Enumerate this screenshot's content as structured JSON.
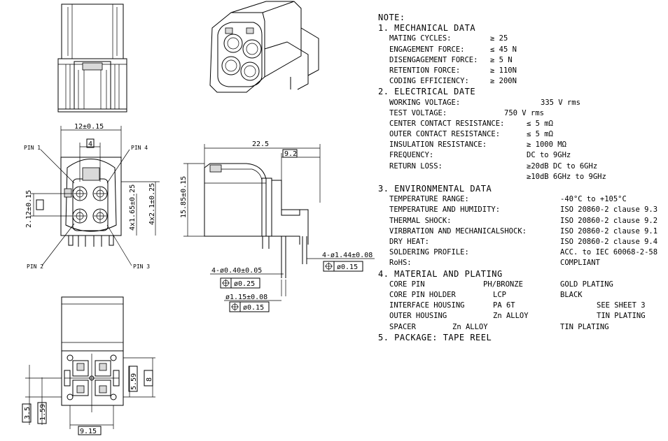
{
  "dims": {
    "width_top": "12±0.15",
    "pitch_4": "4",
    "height_2_12": "2.12±0.15",
    "pin_4x165": "4x1.65±0.25",
    "pin_4x21": "4x2.1±0.25",
    "length_225": "22.5",
    "length_92": "9.2",
    "height_1585": "15.85±0.15",
    "hole_4x144": "4-ø1.44±0.08",
    "tol_015a": "ø0.15",
    "hole_4x040": "4-ø0.40±0.05",
    "tol_025": "ø0.25",
    "hole_115": "ø1.15±0.08",
    "tol_015b": "ø0.15",
    "dim_559": "5.59",
    "dim_8": "8",
    "dim_35": "3.5",
    "dim_159": "1.59",
    "dim_915": "9.15"
  },
  "pins": {
    "pin1": "PIN 1",
    "pin2": "PIN 2",
    "pin3": "PIN 3",
    "pin4": "PIN 4"
  },
  "notes": {
    "title": "NOTE:",
    "s1": {
      "title": "1. MECHANICAL DATA",
      "rows": [
        {
          "k": "MATING CYCLES:",
          "v": "≥ 25"
        },
        {
          "k": "ENGAGEMENT FORCE:",
          "v": "≤ 45 N"
        },
        {
          "k": "DISENGAGEMENT FORCE:",
          "v": "≥  5 N"
        },
        {
          "k": "RETENTION FORCE:",
          "v": "≥ 110N"
        },
        {
          "k": "CODING EFFICIENCY:",
          "v": "≥ 200N"
        }
      ]
    },
    "s2": {
      "title": "2. ELECTRICAL DATE",
      "rows": [
        {
          "k": "WORKING VOLTAGE:",
          "v": "335 V rms"
        },
        {
          "k": "TEST VOLTAGE:",
          "v": "750 V rms"
        },
        {
          "k": "CENTER CONTACT  RESISTANCE:",
          "v": "≤ 5 mΩ"
        },
        {
          "k": "OUTER CONTACT  RESISTANCE:",
          "v": "≤ 5 mΩ"
        },
        {
          "k": "INSULATION RESISTANCE:",
          "v": "≥ 1000 MΩ"
        },
        {
          "k": "FREQUENCY:",
          "v": "DC to 9GHz"
        },
        {
          "k": "RETURN LOSS:",
          "v": "≥20dB DC to 6GHz"
        },
        {
          "k": "",
          "v": "≥10dB 6GHz to 9GHz"
        }
      ]
    },
    "s3": {
      "title": "3. ENVIRONMENTAL DATA",
      "rows": [
        {
          "k": "TEMPERATURE RANGE:",
          "v": "-40°C to +105°C"
        },
        {
          "k": "TEMPERATURE AND HUMIDITY:",
          "v": "ISO 20860-2 clause 9.3"
        },
        {
          "k": "THERMAL SHOCK:",
          "v": "ISO 20860-2 clause 9.2"
        },
        {
          "k": "VIRBRATION AND MECHANICALSHOCK:",
          "v": "ISO 20860-2 clause 9.1"
        },
        {
          "k": "DRY HEAT:",
          "v": "ISO 20860-2 clause 9.4"
        },
        {
          "k": "SOLDERING PROFILE:",
          "v": "ACC. to IEC 60068-2-58"
        },
        {
          "k": "RoHS:",
          "v": "COMPLIANT"
        }
      ]
    },
    "s4": {
      "title": "4. MATERIAL AND PLATING",
      "rows": [
        {
          "a": "CORE PIN",
          "b": "PH/BRONZE",
          "c": "GOLD PLATING"
        },
        {
          "a": "CORE PIN HOLDER",
          "b": "LCP",
          "c": "BLACK"
        },
        {
          "a": "INTERFACE HOUSING",
          "b": "PA 6T",
          "c": "SEE SHEET 3"
        },
        {
          "a": "OUTER  HOUSING",
          "b": "Zn ALLOY",
          "c": "TIN PLATING"
        },
        {
          "a": "SPACER",
          "b": "Zn ALLOY",
          "c": "TIN PLATING"
        }
      ]
    },
    "s5": {
      "title": "5. PACKAGE: TAPE REEL"
    }
  }
}
